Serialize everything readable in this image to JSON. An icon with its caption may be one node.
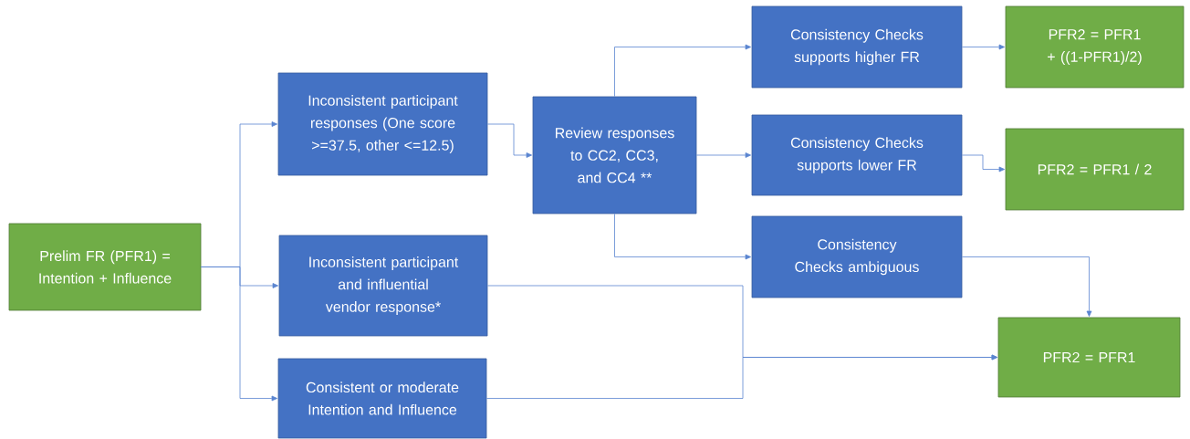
{
  "diagram": {
    "nodes": [
      {
        "text": [
          "Prelim FR (PFR1) = Intention + Influence"
        ]
      },
      {
        "text": [
          "Inconsistent participant responses (One score >=37.5, other <=12.5)"
        ]
      },
      {
        "text": [
          "Inconsistent participant and influential vendor response*"
        ]
      },
      {
        "text": [
          "Consistent or moderate Intention and Influence"
        ]
      },
      {
        "text": [
          "Review responses to CC2, CC3, and CC4 **"
        ]
      },
      {
        "text": [
          "Consistency Checks supports higher FR"
        ]
      },
      {
        "text": [
          "Consistency Checks supports lower FR"
        ]
      },
      {
        "text": [
          "Consistency Checks ambiguous"
        ]
      },
      {
        "text": [
          "PFR2 = PFR1 + ((1-PFR1)/2)"
        ]
      },
      {
        "text": [
          "PFR2 = PFR1 / 2"
        ]
      },
      {
        "text": [
          "PFR2 = PFR1"
        ]
      }
    ],
    "edges": [
      {
        "from": 0,
        "to": 1,
        "arrow": "to"
      },
      {
        "from": 0,
        "to": 2,
        "arrow": "to"
      },
      {
        "from": 0,
        "to": 3,
        "arrow": "to"
      },
      {
        "from": 1,
        "to": 4,
        "arrow": "to"
      },
      {
        "from": 4,
        "to": 5,
        "arrow": "to"
      },
      {
        "from": 4,
        "to": 6,
        "arrow": "to"
      },
      {
        "from": 4,
        "to": 7,
        "arrow": "to"
      },
      {
        "from": 5,
        "to": 8,
        "arrow": "to"
      },
      {
        "from": 6,
        "to": 9,
        "arrow": "to"
      },
      {
        "from": 7,
        "to": 10,
        "arrow": "to"
      },
      {
        "from": 2,
        "to": 10,
        "arrow": "to"
      },
      {
        "from": 3,
        "to": 10,
        "arrow": "to"
      }
    ]
  }
}
